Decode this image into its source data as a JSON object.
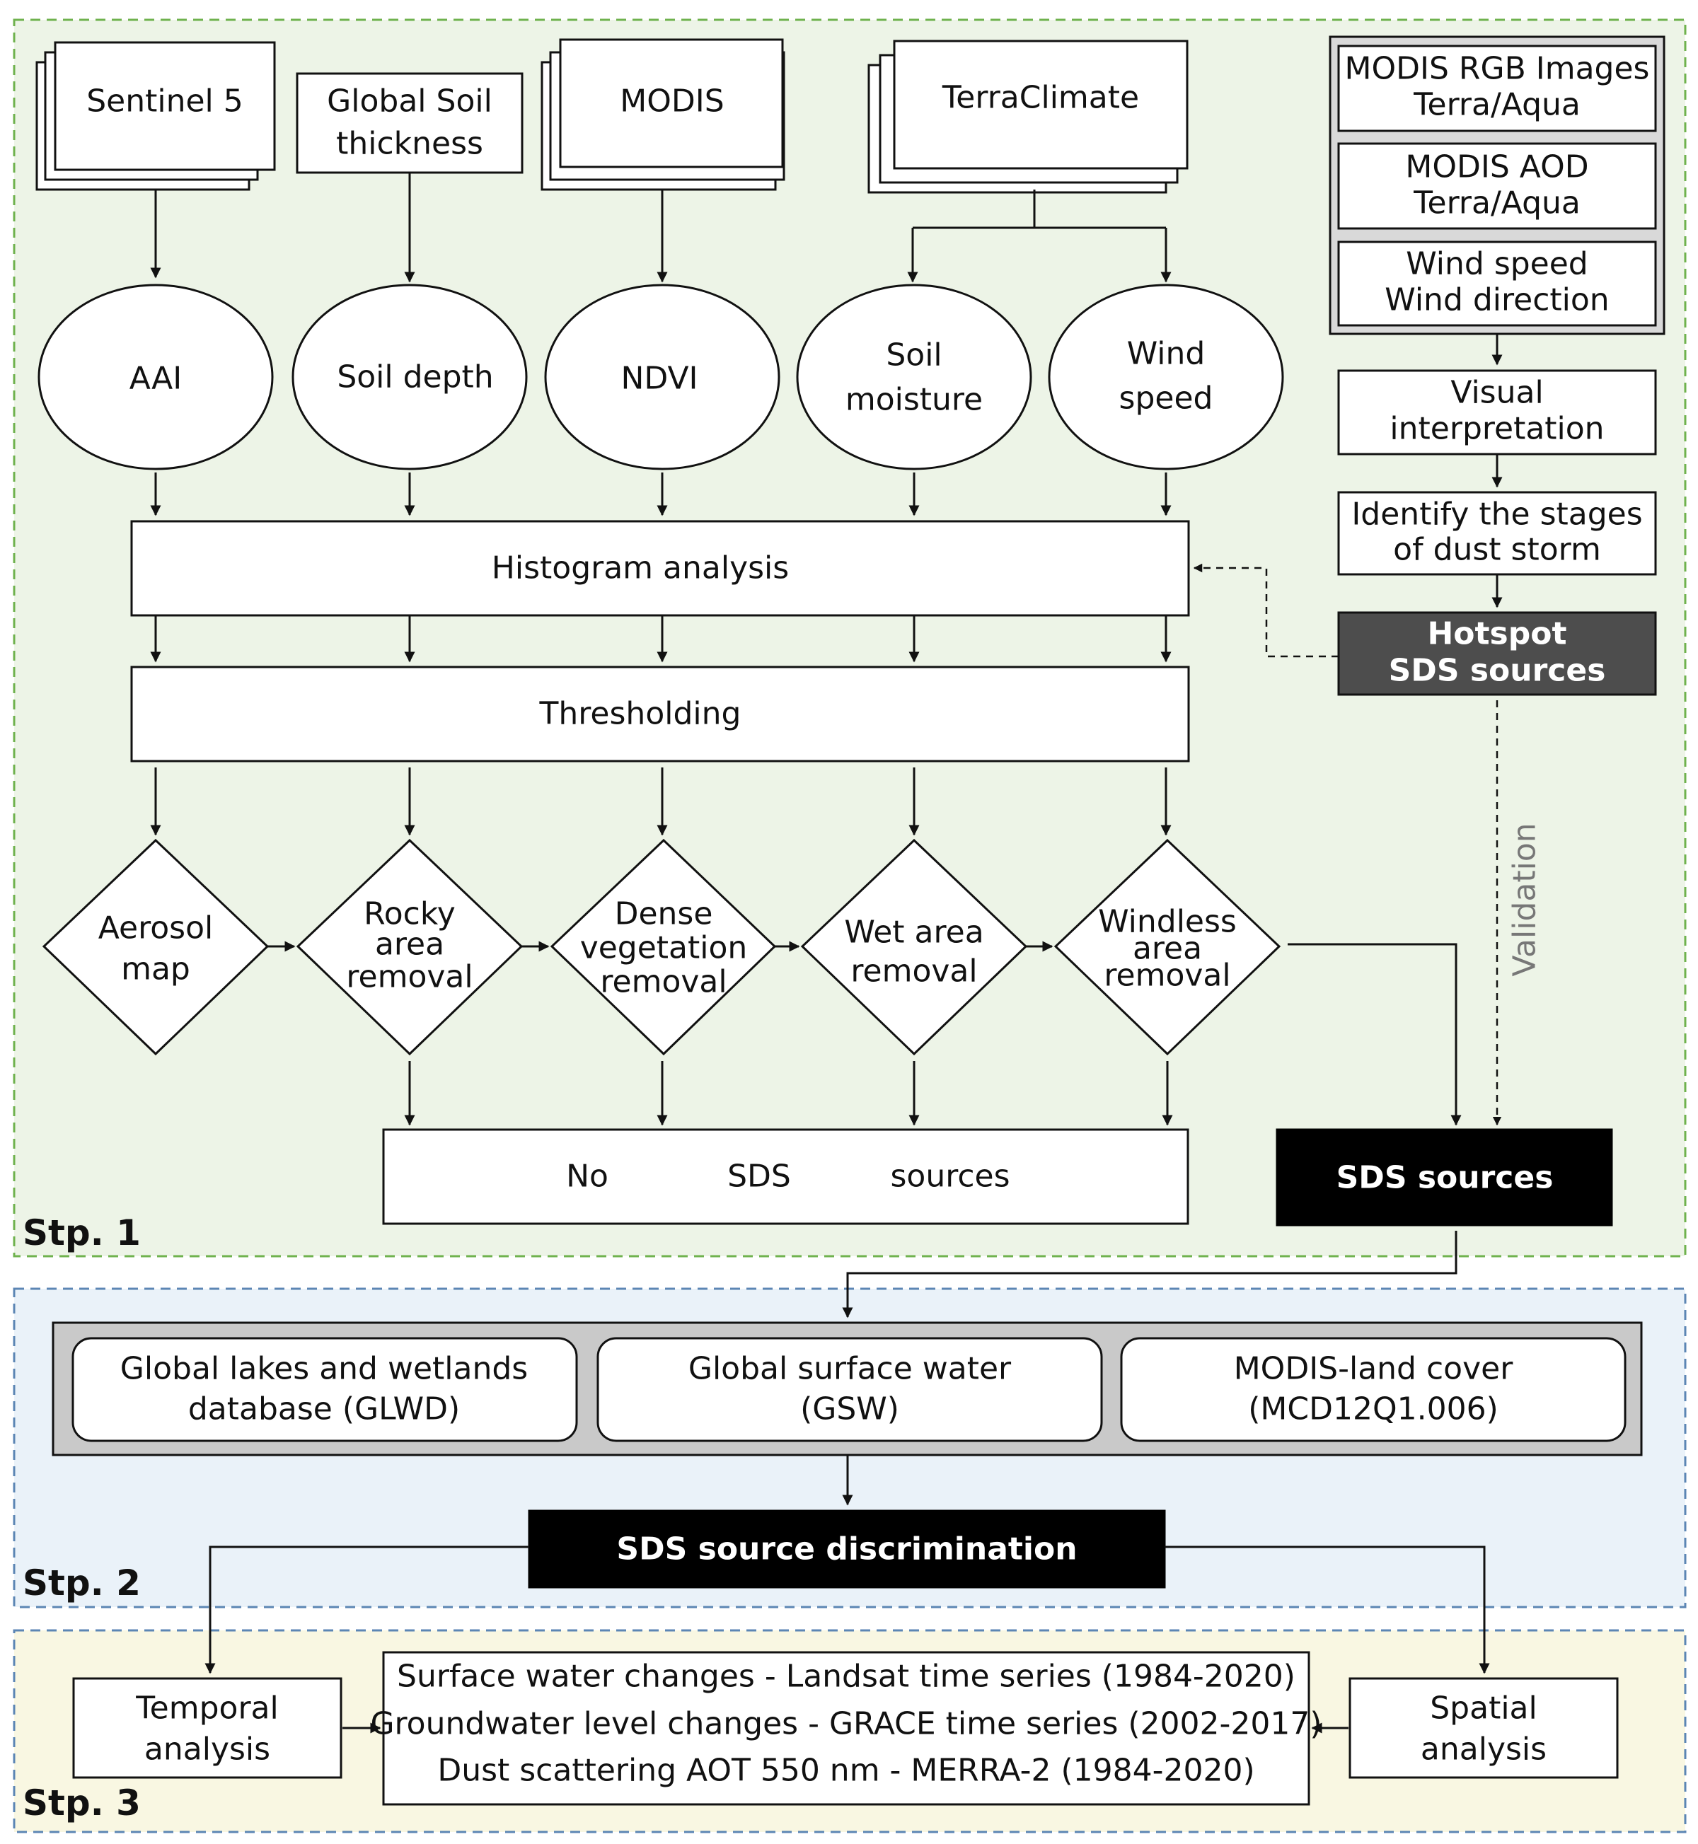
{
  "stage_labels": {
    "step1": "Stp. 1",
    "step2": "Stp. 2",
    "step3": "Stp. 3"
  },
  "colors": {
    "step1_fill": "#edf4e7",
    "step1_border": "#6fb24e",
    "step2_fill": "#eaf2f9",
    "step2_border": "#5c86b4",
    "step3_fill": "#f9f7e2",
    "step3_border": "#5c86b4",
    "dark_box": "#4d4d4d",
    "black_box": "#000000",
    "gray_frame": "#c9c9c9"
  },
  "inputs": {
    "sentinel": "Sentinel 5",
    "soil_thickness": [
      "Global Soil",
      "thickness"
    ],
    "modis": "MODIS",
    "terraclimate": "TerraClimate"
  },
  "variables": {
    "aai": [
      "AAI"
    ],
    "soil_depth": [
      "Soil depth"
    ],
    "ndvi": [
      "NDVI"
    ],
    "soil_moisture": [
      "Soil",
      "moisture"
    ],
    "wind_speed": [
      "Wind",
      "speed"
    ]
  },
  "processing": {
    "histogram": "Histogram analysis",
    "thresholding": "Thresholding"
  },
  "decisions": {
    "aerosol": [
      "Aerosol",
      "map"
    ],
    "rocky": [
      "Rocky",
      "area",
      "removal"
    ],
    "dense": [
      "Dense",
      "vegetation",
      "removal"
    ],
    "wet": [
      "Wet area",
      "removal"
    ],
    "windless": [
      "Windless",
      "area",
      "removal"
    ]
  },
  "no_sds": {
    "w1": "No",
    "w2": "SDS",
    "w3": "sources"
  },
  "right_column": {
    "modis_rgb": [
      "MODIS RGB Images",
      "Terra/Aqua"
    ],
    "modis_aod": [
      "MODIS AOD",
      "Terra/Aqua"
    ],
    "wind": [
      "Wind speed",
      "Wind direction"
    ],
    "visual": [
      "Visual",
      "interpretation"
    ],
    "stages": [
      "Identify the stages",
      "of  dust storm"
    ],
    "hotspot": [
      "Hotspot",
      "SDS sources"
    ],
    "validation": "Validation"
  },
  "sds_sources": "SDS sources",
  "step2": {
    "glwd": [
      "Global lakes and wetlands",
      "database (GLWD)"
    ],
    "gsw": [
      "Global surface water",
      "(GSW)"
    ],
    "modis_lc": [
      "MODIS-land cover",
      "(MCD12Q1.006)"
    ],
    "discrimination": "SDS source discrimination"
  },
  "step3": {
    "temporal": [
      "Temporal",
      "analysis"
    ],
    "spatial": [
      "Spatial",
      "analysis"
    ],
    "changes": [
      "Surface water changes - Landsat time series (1984-2020)",
      "Groundwater level changes - GRACE time series (2002-2017)",
      "Dust scattering AOT 550 nm - MERRA-2 (1984-2020)"
    ]
  }
}
